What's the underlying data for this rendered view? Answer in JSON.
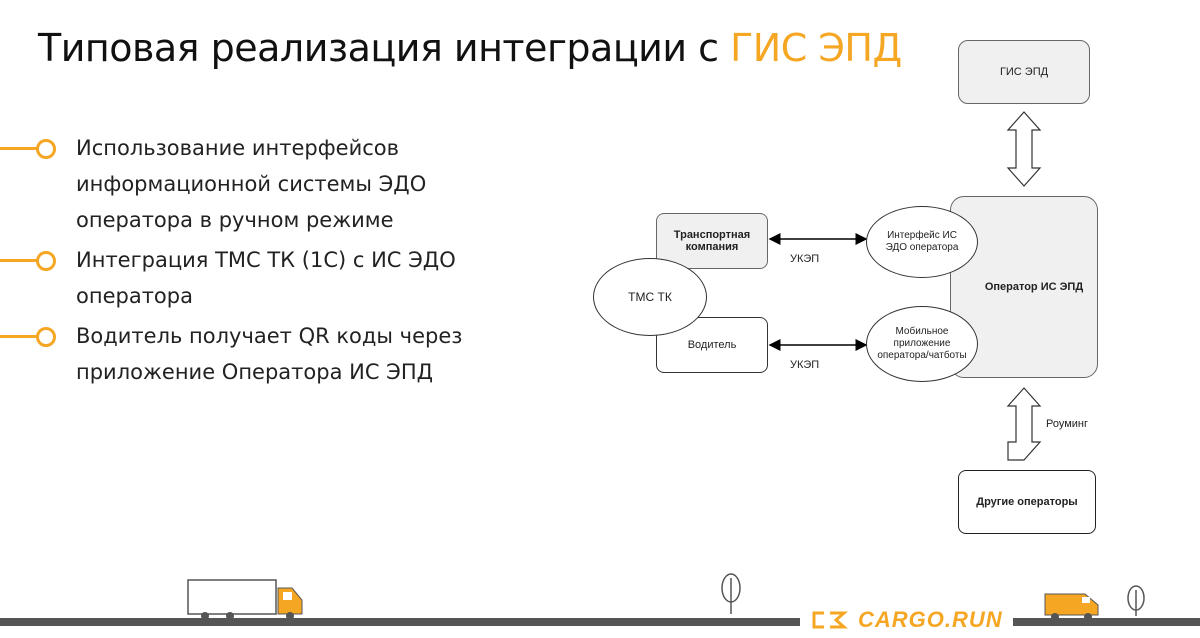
{
  "title": {
    "main": "Типовая реализация интеграции с ",
    "accent": "ГИС ЭПД"
  },
  "bullets": [
    "Использование интерфейсов информационной системы ЭДО оператора в ручном режиме",
    "Интеграция ТМС ТК (1С) с ИС ЭДО оператора",
    "Водитель получает QR коды через приложение Оператора ИС ЭПД"
  ],
  "diagram": {
    "gis": "ГИС ЭПД",
    "operator": "Оператор ИС ЭПД",
    "transport_company": "Транспортная компания",
    "tms": "ТМС ТК",
    "driver": "Водитель",
    "edo_interface": "Интерфейс ИС ЭДО оператора",
    "mobile_app": "Мобильное приложение оператора/чатботы",
    "other_operators": "Другие операторы",
    "ukep_top": "УКЭП",
    "ukep_bottom": "УКЭП",
    "roaming": "Роуминг"
  },
  "footer": {
    "logo_text": "CARGO.RUN"
  },
  "colors": {
    "accent": "#f5a623",
    "box_fill": "#f0f0f0",
    "road": "#555555"
  }
}
